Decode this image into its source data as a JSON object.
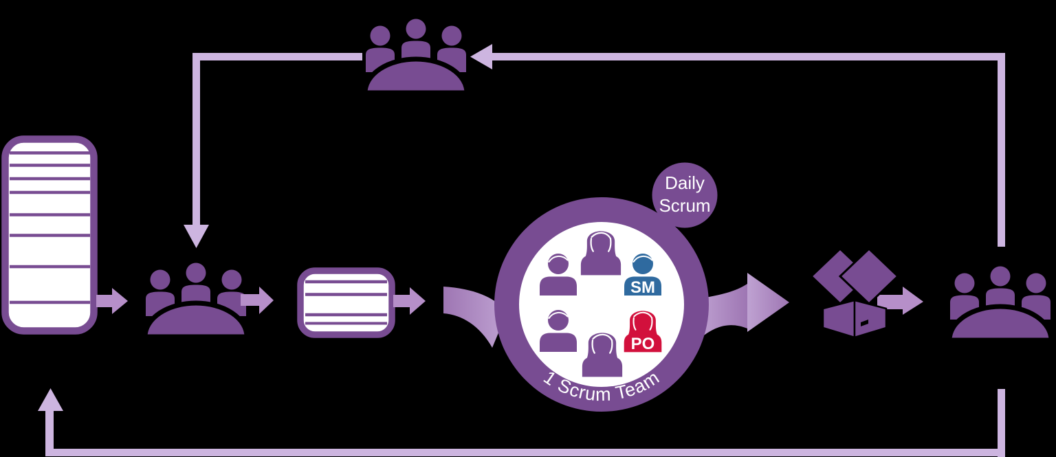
{
  "background": "#000000",
  "colors": {
    "dark_purple": "#784C92",
    "light_line": "#CDB5E0",
    "arrow_purple": "#B68FC9",
    "swoosh_light": "#BFA2D2",
    "swoosh_dark": "#9E76B3",
    "sm_blue": "#2F6A9F",
    "po_red": "#D2103C",
    "text_white": "#FFFFFF"
  },
  "labels": {
    "daily_scrum_line1": "Daily",
    "daily_scrum_line2": "Scrum",
    "scrum_team_ring": "1 Scrum Team",
    "scrum_master_badge": "SM",
    "product_owner_badge": "PO"
  },
  "icons": {
    "product_backlog": "striped-list-box",
    "sprint_backlog": "striped-list-box-small",
    "meeting": "three-people-around-table",
    "scrum_team": "six-people-in-circle",
    "increment": "open-cardboard-box",
    "flow_arrows": "purple-block-arrows-and-loop-lines"
  }
}
